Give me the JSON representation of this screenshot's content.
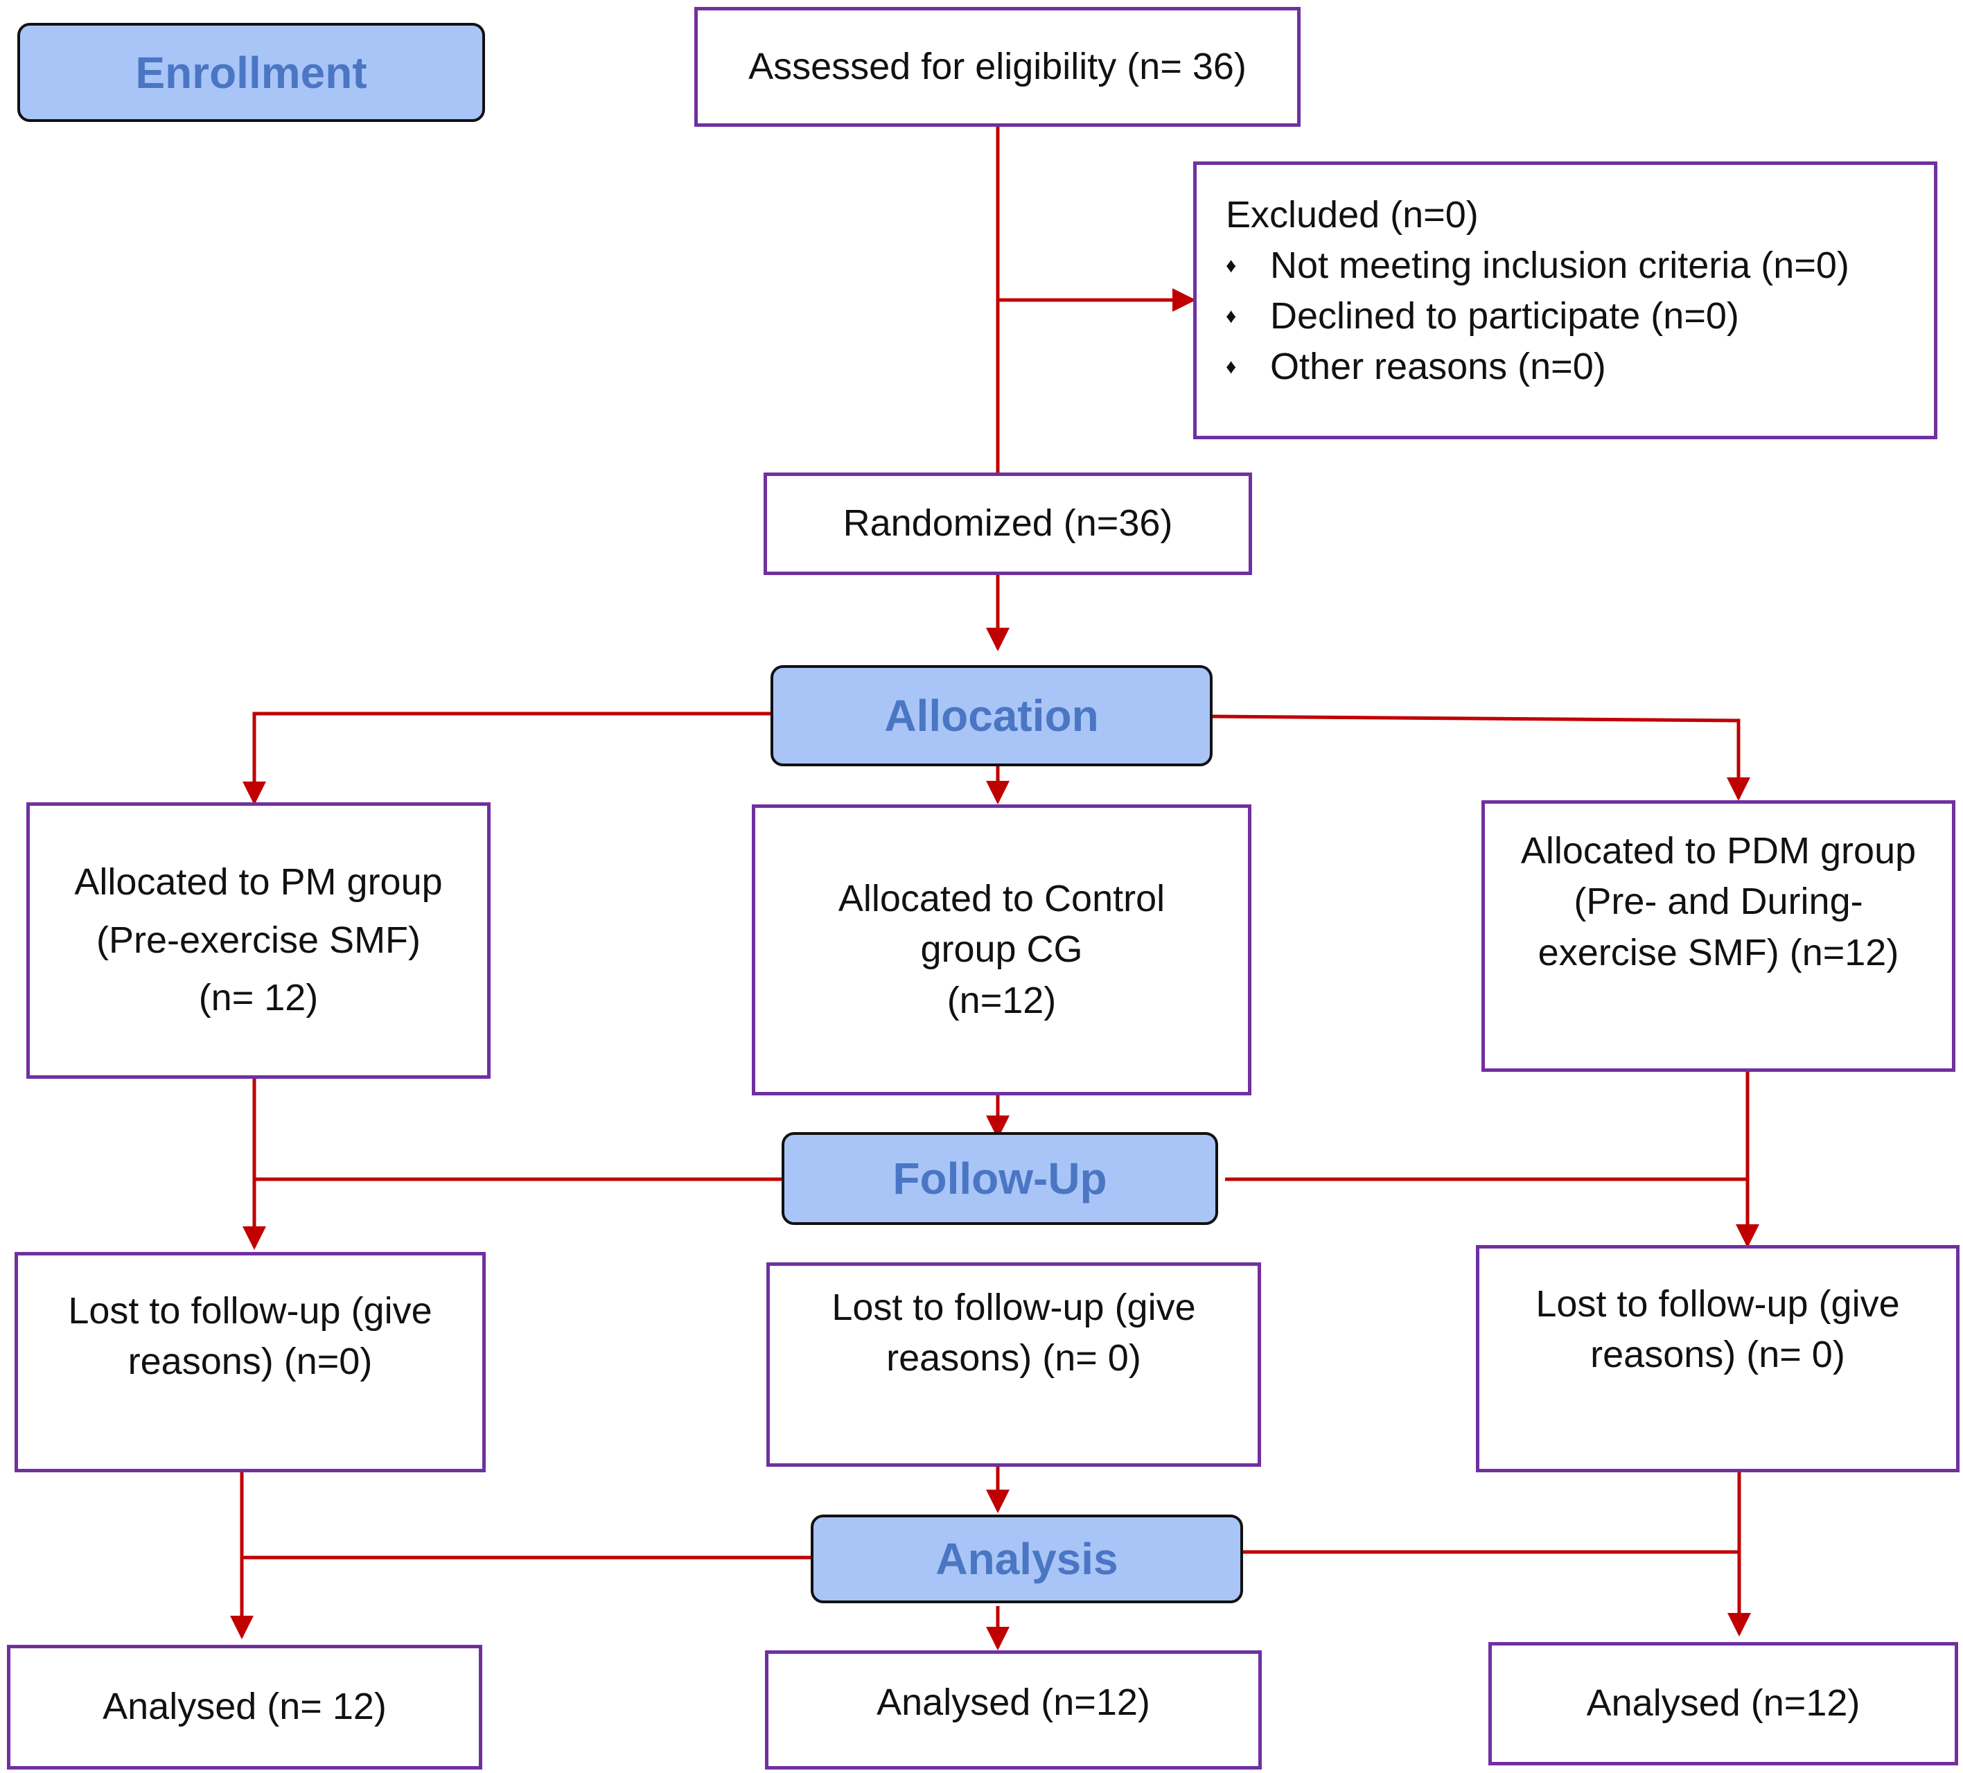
{
  "stages": {
    "enrollment": "Enrollment",
    "allocation": "Allocation",
    "follow_up": "Follow-Up",
    "analysis": "Analysis"
  },
  "assessed": "Assessed for eligibility (n= 36)",
  "excluded": {
    "title": "Excluded (n=0)",
    "bullet": "♦",
    "items": [
      "Not meeting inclusion criteria (n=0)",
      "Declined to participate (n=0)",
      "Other reasons (n=0)"
    ]
  },
  "randomized": "Randomized (n=36)",
  "allocated": {
    "pm": [
      "Allocated to PM group",
      "(Pre-exercise SMF)",
      "(n= 12)"
    ],
    "control": [
      "Allocated to Control",
      "group CG",
      "(n=12)"
    ],
    "pdm": [
      "Allocated to PDM group",
      "(Pre- and During-",
      "exercise SMF) (n=12)"
    ]
  },
  "lost": {
    "pm": [
      "Lost to follow-up (give",
      "reasons) (n=0)"
    ],
    "control": [
      "Lost to follow-up (give",
      "reasons) (n= 0)"
    ],
    "pdm": [
      "Lost to follow-up (give",
      "reasons) (n= 0)"
    ]
  },
  "analysed": {
    "pm": "Analysed (n= 12)",
    "control": "Analysed (n=12)",
    "pdm": "Analysed (n=12)"
  },
  "colors": {
    "box_border": "#7030a0",
    "arrow": "#c00000",
    "stage_fill": "#a9c5f7",
    "stage_text": "#4a76c4"
  }
}
